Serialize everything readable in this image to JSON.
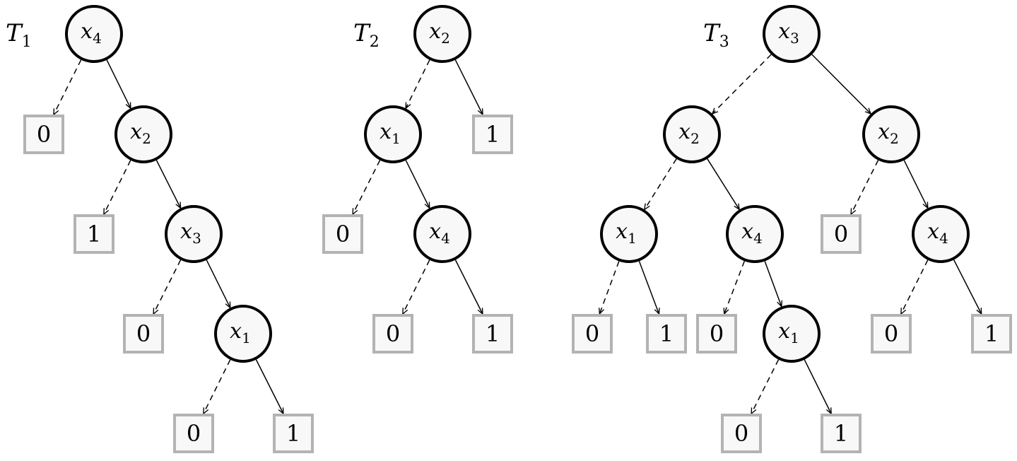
{
  "diagram": {
    "trees": [
      {
        "label": "T",
        "label_sub": "1",
        "nodes": [
          {
            "id": "a",
            "var": "x",
            "sub": "4"
          },
          {
            "id": "b",
            "leaf": "0"
          },
          {
            "id": "c",
            "var": "x",
            "sub": "2"
          },
          {
            "id": "d",
            "leaf": "1"
          },
          {
            "id": "e",
            "var": "x",
            "sub": "3"
          },
          {
            "id": "f",
            "leaf": "0"
          },
          {
            "id": "g",
            "var": "x",
            "sub": "1"
          },
          {
            "id": "h",
            "leaf": "0"
          },
          {
            "id": "i",
            "leaf": "1"
          }
        ],
        "edges": [
          {
            "from": "a",
            "to": "b",
            "style": "dashed"
          },
          {
            "from": "a",
            "to": "c",
            "style": "solid"
          },
          {
            "from": "c",
            "to": "d",
            "style": "dashed"
          },
          {
            "from": "c",
            "to": "e",
            "style": "solid"
          },
          {
            "from": "e",
            "to": "f",
            "style": "dashed"
          },
          {
            "from": "e",
            "to": "g",
            "style": "solid"
          },
          {
            "from": "g",
            "to": "h",
            "style": "dashed"
          },
          {
            "from": "g",
            "to": "i",
            "style": "solid"
          }
        ]
      },
      {
        "label": "T",
        "label_sub": "2",
        "nodes": [
          {
            "id": "a",
            "var": "x",
            "sub": "2"
          },
          {
            "id": "b",
            "var": "x",
            "sub": "1"
          },
          {
            "id": "c",
            "leaf": "1"
          },
          {
            "id": "d",
            "leaf": "0"
          },
          {
            "id": "e",
            "var": "x",
            "sub": "4"
          },
          {
            "id": "f",
            "leaf": "0"
          },
          {
            "id": "g",
            "leaf": "1"
          }
        ],
        "edges": [
          {
            "from": "a",
            "to": "b",
            "style": "dashed"
          },
          {
            "from": "a",
            "to": "c",
            "style": "solid"
          },
          {
            "from": "b",
            "to": "d",
            "style": "dashed"
          },
          {
            "from": "b",
            "to": "e",
            "style": "solid"
          },
          {
            "from": "e",
            "to": "f",
            "style": "dashed"
          },
          {
            "from": "e",
            "to": "g",
            "style": "solid"
          }
        ]
      },
      {
        "label": "T",
        "label_sub": "3",
        "nodes": [
          {
            "id": "a",
            "var": "x",
            "sub": "3"
          },
          {
            "id": "b",
            "var": "x",
            "sub": "2"
          },
          {
            "id": "c",
            "var": "x",
            "sub": "2"
          },
          {
            "id": "d",
            "var": "x",
            "sub": "1"
          },
          {
            "id": "e",
            "var": "x",
            "sub": "4"
          },
          {
            "id": "f",
            "leaf": "0"
          },
          {
            "id": "g",
            "var": "x",
            "sub": "4"
          },
          {
            "id": "h",
            "leaf": "0"
          },
          {
            "id": "i",
            "leaf": "1"
          },
          {
            "id": "j",
            "leaf": "0"
          },
          {
            "id": "k",
            "var": "x",
            "sub": "1"
          },
          {
            "id": "l",
            "leaf": "0"
          },
          {
            "id": "m",
            "leaf": "1"
          },
          {
            "id": "n",
            "leaf": "0"
          },
          {
            "id": "o",
            "leaf": "1"
          }
        ],
        "edges": [
          {
            "from": "a",
            "to": "b",
            "style": "dashed"
          },
          {
            "from": "a",
            "to": "c",
            "style": "solid"
          },
          {
            "from": "b",
            "to": "d",
            "style": "dashed"
          },
          {
            "from": "b",
            "to": "e",
            "style": "solid"
          },
          {
            "from": "c",
            "to": "f",
            "style": "dashed"
          },
          {
            "from": "c",
            "to": "g",
            "style": "solid"
          },
          {
            "from": "d",
            "to": "h",
            "style": "dashed"
          },
          {
            "from": "d",
            "to": "i",
            "style": "solid"
          },
          {
            "from": "e",
            "to": "j",
            "style": "dashed"
          },
          {
            "from": "e",
            "to": "k",
            "style": "solid"
          },
          {
            "from": "g",
            "to": "l",
            "style": "dashed"
          },
          {
            "from": "g",
            "to": "m",
            "style": "solid"
          },
          {
            "from": "k",
            "to": "n",
            "style": "dashed"
          },
          {
            "from": "k",
            "to": "o",
            "style": "solid"
          }
        ]
      }
    ]
  }
}
